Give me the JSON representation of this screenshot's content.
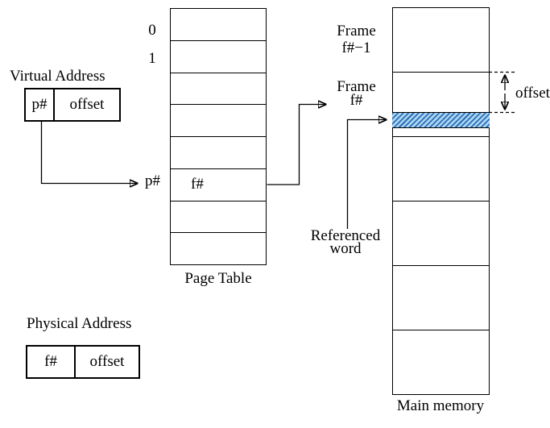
{
  "virtual_address": {
    "title": "Virtual Address",
    "page_number": "p#",
    "offset": "offset"
  },
  "physical_address": {
    "title": "Physical Address",
    "frame_number": "f#",
    "offset": "offset"
  },
  "page_table": {
    "caption": "Page Table",
    "index_labels": [
      "0",
      "1"
    ],
    "lookup_label": "p#",
    "entry_value": "f#",
    "row_count": 8,
    "entry_row_index": 5
  },
  "main_memory": {
    "caption": "Main memory",
    "frame_count": 6,
    "frame_prev_label": [
      "Frame",
      "f#−1"
    ],
    "frame_current_label": [
      "Frame",
      "f#"
    ],
    "offset_label": "offset",
    "referenced_word_label": [
      "Referenced",
      "word"
    ]
  },
  "colors": {
    "background": "#ffffff",
    "line": "#000000",
    "hatch_fill": "#a9d6f3",
    "hatch_stripe": "#2e6cb5"
  }
}
